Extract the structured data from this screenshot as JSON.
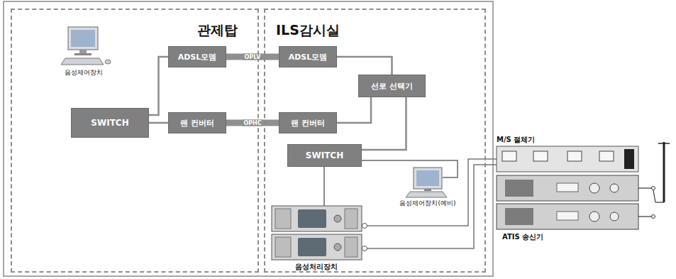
{
  "diagram": {
    "nodes": [
      {
        "text": [
          "관제탑"
        ]
      },
      {
        "text": [
          "ADSL모뎀"
        ],
        "in": 0
      },
      {
        "text": [
          "SWITCH"
        ],
        "in": 0
      },
      {
        "text": [
          "랜 컨버터"
        ],
        "in": 0
      },
      {
        "text": [
          "ILS감시실"
        ]
      },
      {
        "text": [
          "ADSL모뎀"
        ],
        "in": 4
      },
      {
        "text": [
          "랜 컨버터"
        ],
        "in": 4
      },
      {
        "text": [
          "선로 선택기"
        ],
        "in": 4
      },
      {
        "text": [
          "SWITCH"
        ],
        "in": 4
      }
    ],
    "edges": [
      {
        "from": 2,
        "to": 1,
        "arrow": "none"
      },
      {
        "from": 2,
        "to": 3,
        "arrow": "none"
      },
      {
        "from": 1,
        "to": 5,
        "label": "OPLV",
        "arrow": "none"
      },
      {
        "from": 3,
        "to": 6,
        "label": "OPHC",
        "arrow": "none"
      },
      {
        "from": 5,
        "to": 7,
        "arrow": "none"
      },
      {
        "from": 6,
        "to": 7,
        "arrow": "none"
      },
      {
        "from": 7,
        "to": 8,
        "arrow": "none"
      }
    ],
    "labels": [
      "음성제어장치",
      "음성제어장치(예비)",
      "음성처리장치",
      "M/S 절체기",
      "ATIS 송신기"
    ]
  }
}
